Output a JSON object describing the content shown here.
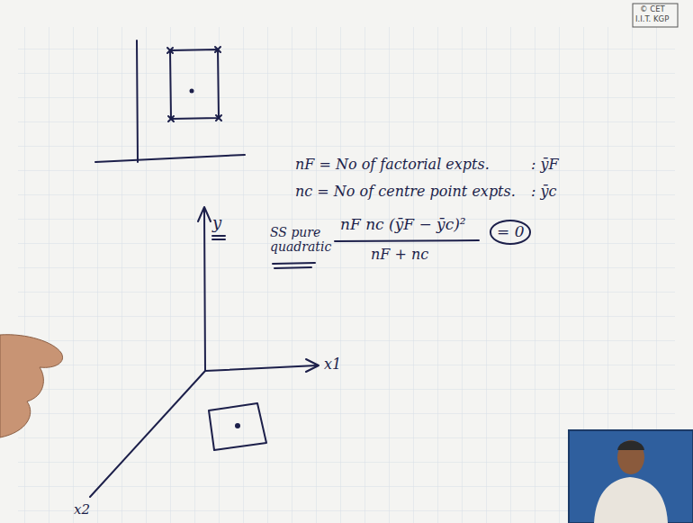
{
  "diagram": {
    "labels": [
      "© CET",
      "I.I.T. KGP",
      "nF = No of factorial expts.",
      ": ȳF",
      "nc = No of centre point expts.",
      ": ȳc",
      "SS pure quadratic",
      "nF nc (ȳF − ȳc)²",
      "nF + nc",
      "= 0",
      "y",
      "x1",
      "x2"
    ]
  }
}
